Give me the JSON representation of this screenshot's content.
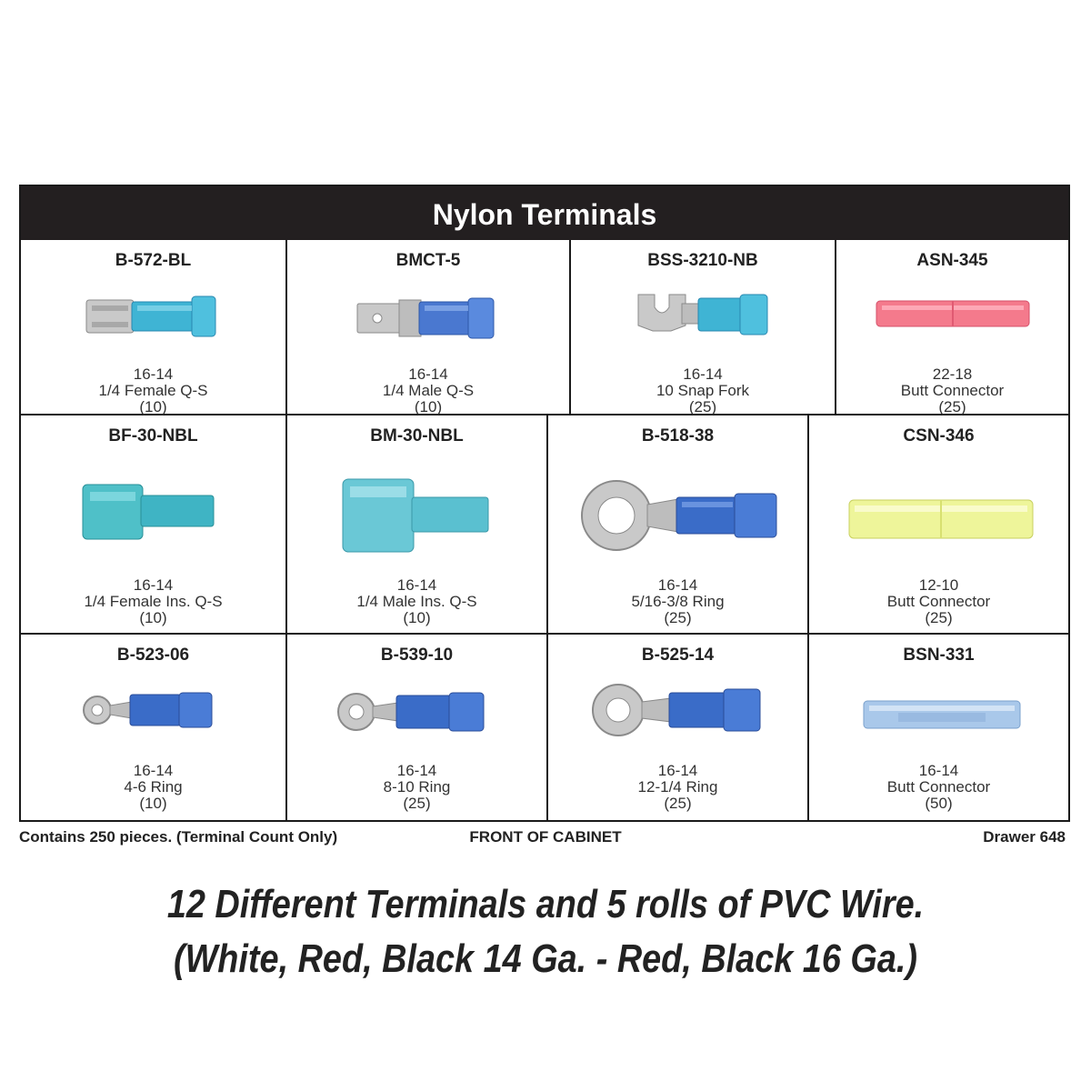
{
  "title": "Nylon Terminals",
  "rows": [
    [
      {
        "pn": "B-572-BL",
        "gauge": "16-14",
        "type": "1/4 Female Q-S",
        "qty": "(10)",
        "icon": "female-quick-disconnect-icon"
      },
      {
        "pn": "BMCT-5",
        "gauge": "16-14",
        "type": "1/4 Male Q-S",
        "qty": "(10)",
        "icon": "male-quick-disconnect-icon"
      },
      {
        "pn": "BSS-3210-NB",
        "gauge": "16-14",
        "type": "10 Snap Fork",
        "qty": "(25)",
        "icon": "snap-fork-icon"
      },
      {
        "pn": "ASN-345",
        "gauge": "22-18",
        "type": "Butt Connector",
        "qty": "(25)",
        "icon": "butt-connector-icon"
      }
    ],
    [
      {
        "pn": "BF-30-NBL",
        "gauge": "16-14",
        "type": "1/4 Female Ins. Q-S",
        "qty": "(10)",
        "icon": "insulated-female-disconnect-icon"
      },
      {
        "pn": "BM-30-NBL",
        "gauge": "16-14",
        "type": "1/4 Male Ins. Q-S",
        "qty": "(10)",
        "icon": "insulated-male-disconnect-icon"
      },
      {
        "pn": "B-518-38",
        "gauge": "16-14",
        "type": "5/16-3/8 Ring",
        "qty": "(25)",
        "icon": "ring-terminal-icon"
      },
      {
        "pn": "CSN-346",
        "gauge": "12-10",
        "type": "Butt Connector",
        "qty": "(25)",
        "icon": "butt-connector-icon"
      }
    ],
    [
      {
        "pn": "B-523-06",
        "gauge": "16-14",
        "type": "4-6 Ring",
        "qty": "(10)",
        "icon": "ring-terminal-icon"
      },
      {
        "pn": "B-539-10",
        "gauge": "16-14",
        "type": "8-10 Ring",
        "qty": "(25)",
        "icon": "ring-terminal-icon"
      },
      {
        "pn": "B-525-14",
        "gauge": "16-14",
        "type": "12-1/4 Ring",
        "qty": "(25)",
        "icon": "ring-terminal-icon"
      },
      {
        "pn": "BSN-331",
        "gauge": "16-14",
        "type": "Butt Connector",
        "qty": "(50)",
        "icon": "butt-connector-icon"
      }
    ]
  ],
  "colors": {
    "header_bg": "#231f20",
    "blue_insulation": "#4a8fd6",
    "aqua_insulation": "#3fb4d4",
    "red_insulation": "#f47a8c",
    "yellow_insulation": "#eef59a",
    "light_blue_insulation": "#a9c8ea",
    "metal": "#c9c9c9"
  },
  "footer": {
    "contents": "Contains 250 pieces. (Terminal Count Only)",
    "front": "FRONT OF CABINET",
    "drawer": "Drawer 648"
  },
  "tagline": {
    "line1": "12 Different Terminals and 5 rolls of PVC Wire.",
    "line2": "(White, Red, Black 14 Ga. - Red, Black 16 Ga.)"
  }
}
